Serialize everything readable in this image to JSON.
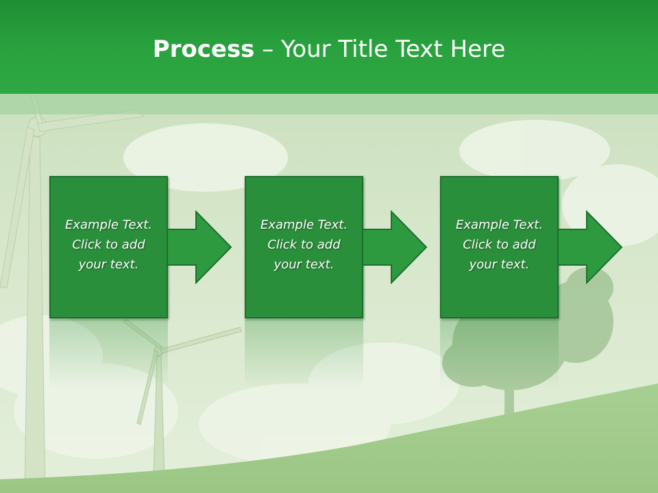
{
  "slide": {
    "title_bold": "Process",
    "title_rest": " – Your Title Text Here",
    "steps": [
      {
        "line1": "Example Text.",
        "line2": "Click  to add",
        "line3": "your text."
      },
      {
        "line1": "Example Text.",
        "line2": "Click  to add",
        "line3": "your text."
      },
      {
        "line1": "Example Text.",
        "line2": "Click  to add",
        "line3": "your text."
      }
    ]
  },
  "colors": {
    "title_bar": "#2aa33f",
    "box_fill": "#2a8f3b",
    "arrow_fill": "#2e9a40",
    "text": "#ffffff"
  },
  "icons": {
    "process_arrow": "right-arrow-icon",
    "background_image": "wind-turbines-tree-landscape"
  }
}
